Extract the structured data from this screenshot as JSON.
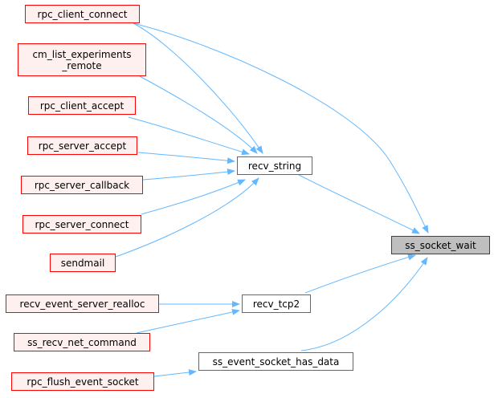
{
  "graph": {
    "colors": {
      "edge": "#63b8ff",
      "caller_fill": "#fff0f0",
      "caller_border": "#ff0000",
      "node_border": "#666666",
      "target_fill": "#bfbfbf"
    },
    "nodes": {
      "rpc_client_connect": "rpc_client_connect",
      "cm_list_experiments_remote": "cm_list_experiments\n_remote",
      "rpc_client_accept": "rpc_client_accept",
      "rpc_server_accept": "rpc_server_accept",
      "rpc_server_callback": "rpc_server_callback",
      "rpc_server_connect": "rpc_server_connect",
      "sendmail": "sendmail",
      "recv_string": "recv_string",
      "ss_socket_wait": "ss_socket_wait",
      "recv_event_server_realloc": "recv_event_server_realloc",
      "recv_tcp2": "recv_tcp2",
      "ss_recv_net_command": "ss_recv_net_command",
      "ss_event_socket_has_data": "ss_event_socket_has_data",
      "rpc_flush_event_socket": "rpc_flush_event_socket"
    },
    "edges": [
      {
        "from": "rpc_client_connect",
        "to": "recv_string"
      },
      {
        "from": "rpc_client_connect",
        "to": "ss_socket_wait"
      },
      {
        "from": "cm_list_experiments_remote",
        "to": "recv_string"
      },
      {
        "from": "rpc_client_accept",
        "to": "recv_string"
      },
      {
        "from": "rpc_server_accept",
        "to": "recv_string"
      },
      {
        "from": "rpc_server_callback",
        "to": "recv_string"
      },
      {
        "from": "rpc_server_connect",
        "to": "recv_string"
      },
      {
        "from": "sendmail",
        "to": "recv_string"
      },
      {
        "from": "recv_string",
        "to": "ss_socket_wait"
      },
      {
        "from": "recv_event_server_realloc",
        "to": "recv_tcp2"
      },
      {
        "from": "ss_recv_net_command",
        "to": "recv_tcp2"
      },
      {
        "from": "recv_tcp2",
        "to": "ss_socket_wait"
      },
      {
        "from": "rpc_flush_event_socket",
        "to": "ss_event_socket_has_data"
      },
      {
        "from": "ss_event_socket_has_data",
        "to": "ss_socket_wait"
      }
    ]
  }
}
